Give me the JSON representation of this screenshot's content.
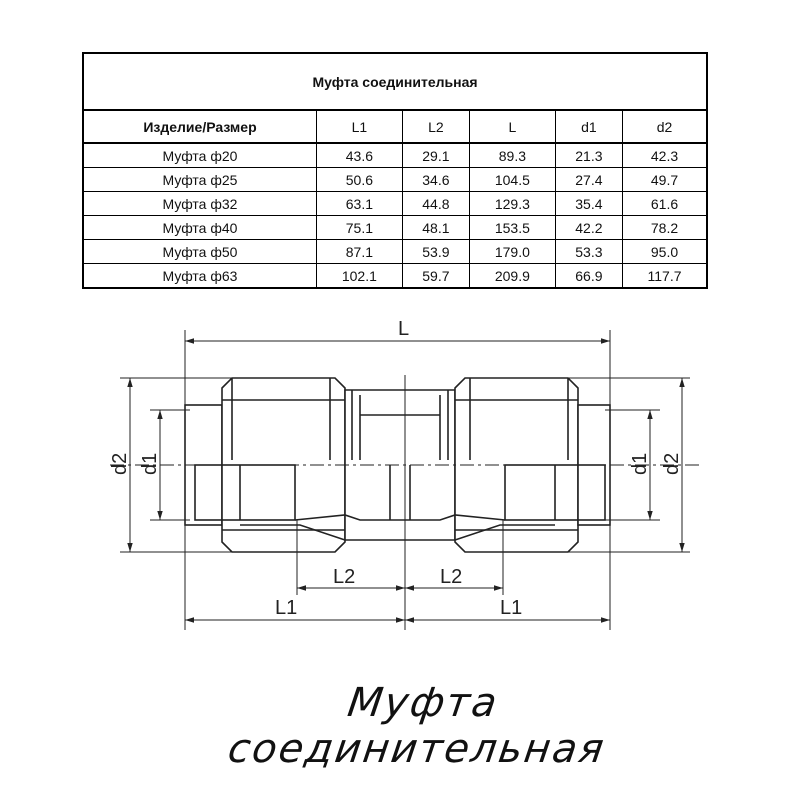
{
  "table": {
    "title": "Муфта соединительная",
    "headers": [
      "Изделие/Размер",
      "L1",
      "L2",
      "L",
      "d1",
      "d2"
    ],
    "rows": [
      [
        "Муфта ф20",
        "43.6",
        "29.1",
        "89.3",
        "21.3",
        "42.3"
      ],
      [
        "Муфта ф25",
        "50.6",
        "34.6",
        "104.5",
        "27.4",
        "49.7"
      ],
      [
        "Муфта ф32",
        "63.1",
        "44.8",
        "129.3",
        "35.4",
        "61.6"
      ],
      [
        "Муфта ф40",
        "75.1",
        "48.1",
        "153.5",
        "42.2",
        "78.2"
      ],
      [
        "Муфта ф50",
        "87.1",
        "53.9",
        "179.0",
        "53.3",
        "95.0"
      ],
      [
        "Муфта ф63",
        "102.1",
        "59.7",
        "209.9",
        "66.9",
        "117.7"
      ]
    ]
  },
  "drawing": {
    "label_L": "L",
    "label_L1": "L1",
    "label_L2": "L2",
    "label_d1": "d1",
    "label_d2": "d2"
  },
  "caption": "Муфта соединительная"
}
